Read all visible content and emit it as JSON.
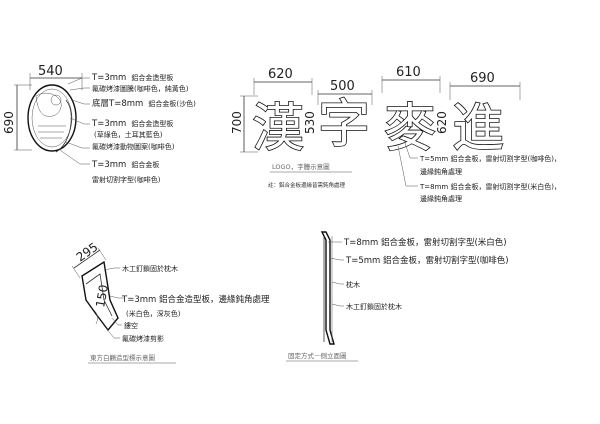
{
  "oval_sign": {
    "width_dim": "540",
    "height_dim": "690",
    "notes": [
      {
        "main": "T=3mm",
        "detail": "鋁合金造型板"
      },
      {
        "main": "",
        "detail": "氟碳烤漆圖騰(咖啡色，純黃色)"
      },
      {
        "main": "底層T=8mm",
        "detail": "鋁合金板(沙色)"
      },
      {
        "main": "T=3mm",
        "detail": "鋁合金造型板"
      },
      {
        "main": "",
        "detail": "(草綠色，土耳其藍色)"
      },
      {
        "main": "",
        "detail": "氟碳烤漆動物圖案(咖啡色)"
      },
      {
        "main": "T=3mm",
        "detail": "鋁合金板"
      },
      {
        "main": "",
        "detail": "雷射切割字型(咖啡色)"
      }
    ]
  },
  "logo_sign": {
    "chars": [
      "漢",
      "字",
      "麥",
      "進"
    ],
    "top_dims": [
      "620",
      "500",
      "610",
      "690"
    ],
    "left_dim": "700",
    "sub_dims": [
      "530",
      "620"
    ],
    "caption": "LOGO，字體示意圖",
    "footnote": "註：鋁合金板邊緣皆需鈍角處理",
    "notes": [
      {
        "line1": "T=5mm 鋁合金板，雷射切割字型(咖啡色)，",
        "line2": "邊緣鈍角處理"
      },
      {
        "line1": "T=8mm 鋁合金板，雷射切割字型(米白色)，",
        "line2": "邊緣鈍角處理"
      }
    ]
  },
  "bracket_sign": {
    "width_dim": "295",
    "height_dim": "150",
    "caption": "東方白鸛造型標示意圖",
    "notes": [
      "木工釘鎖固於枕木",
      "T=3mm 鋁合金造型板，邊緣鈍角處理",
      "(米白色，深灰色)",
      "鏤空",
      "氟碳烤漆剪影"
    ]
  },
  "side_elevation": {
    "caption": "固定方式－側立面圖",
    "notes": [
      "T=8mm 鋁合金板，雷射切割字型(米白色)",
      "T=5mm 鋁合金板，雷射切割字型(咖啡色)",
      "枕木",
      "木工釘鎖固於枕木"
    ]
  }
}
